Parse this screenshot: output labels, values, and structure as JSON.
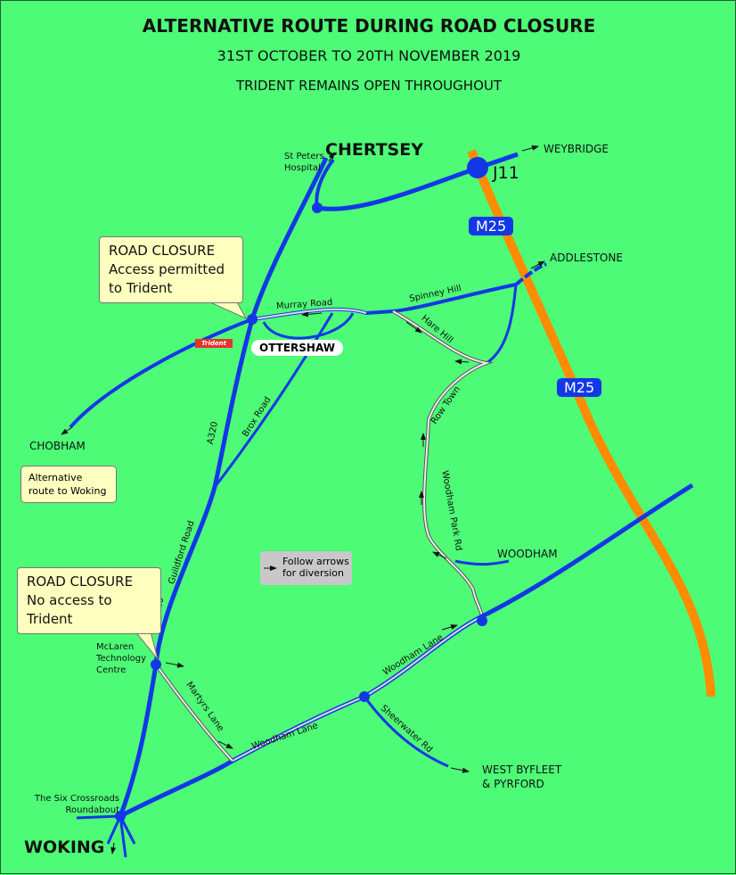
{
  "header": {
    "title": "ALTERNATIVE ROUTE DURING ROAD CLOSURE",
    "dates": "31ST OCTOBER TO 20TH NOVEMBER 2019",
    "note": "TRIDENT REMAINS OPEN THROUGHOUT"
  },
  "places": {
    "chertsey": "CHERTSEY",
    "st_peters": "St Peters Hospital",
    "weybridge": "WEYBRIDGE",
    "j11": "J11",
    "addlestone": "ADDLESTONE",
    "ottershaw": "OTTERSHAW",
    "chobham": "CHOBHAM",
    "woodham": "WOODHAM",
    "west_byfleet": "WEST BYFLEET & PYRFORD",
    "mclaren": "McLaren Technology Centre",
    "six_crossroads": "The Six Crossroads Roundabout",
    "woking": "WOKING"
  },
  "roads": {
    "m25": "M25",
    "murray_road": "Murray Road",
    "spinney_hill": "Spinney Hill",
    "hare_hill": "Hare Hill",
    "row_town": "Row Town",
    "woodham_park_rd": "Woodham Park Rd",
    "brox_road": "Brox Road",
    "a320": "A320",
    "guildford_road": "Guildford Road",
    "martyrs_lane": "Martyrs Lane",
    "woodham_lane": "Woodham Lane",
    "sheerwater_rd": "Sheerwater Rd"
  },
  "callouts": {
    "closure1": "ROAD CLOSURE Access permitted to Trident",
    "closure2": "ROAD CLOSURE No access to Trident",
    "chobham_note": "Alternative route to Woking"
  },
  "legend": {
    "text": "Follow arrows for diversion"
  },
  "logo": {
    "text": "Trident"
  },
  "colors": {
    "background": "#4dfb76",
    "road": "#1238e6",
    "motorway": "#ff8c00",
    "callout": "#ffffc0"
  }
}
